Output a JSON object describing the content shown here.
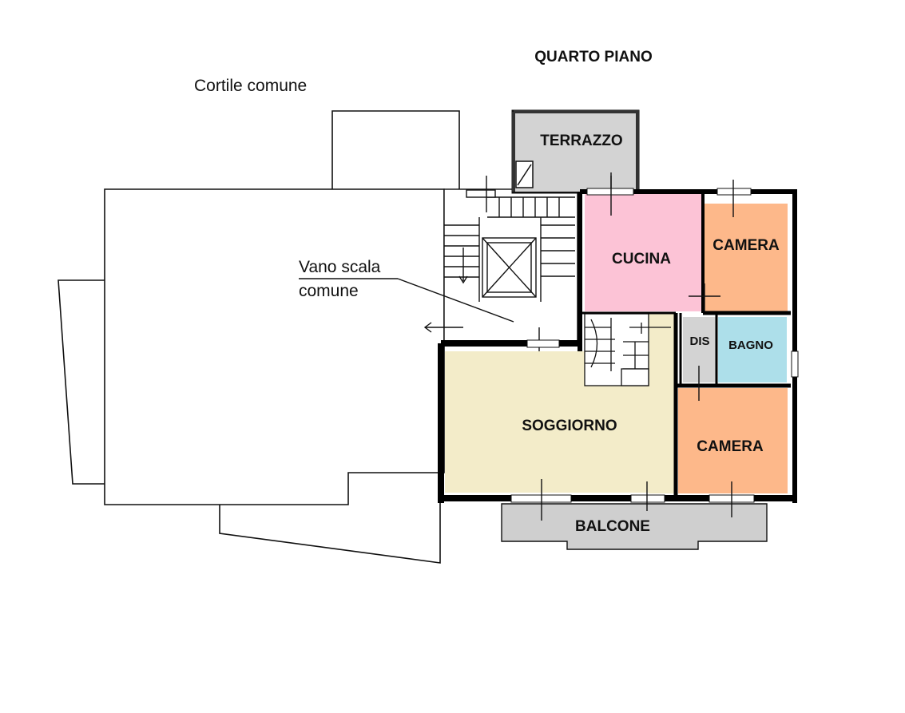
{
  "floor_title": "QUARTO PIANO",
  "courtyard_label": "Cortile comune",
  "stair_label": {
    "line1": "Vano scala",
    "line2": "comune"
  },
  "rooms": {
    "terrazzo": "TERRAZZO",
    "cucina": "CUCINA",
    "camera_1": "CAMERA",
    "dis": "DIS",
    "bagno": "BAGNO",
    "soggiorno": "SOGGIORNO",
    "camera_2": "CAMERA",
    "balcone": "BALCONE"
  },
  "colors": {
    "cucina": "#fcc3d6",
    "camera": "#fdb88a",
    "bagno": "#addfea",
    "soggiorno": "#f3ecc9",
    "terrazzo": "#d3d3d3",
    "balcone": "#cfcfcf",
    "dis": "#d3d3d3",
    "wall": "#000000"
  }
}
